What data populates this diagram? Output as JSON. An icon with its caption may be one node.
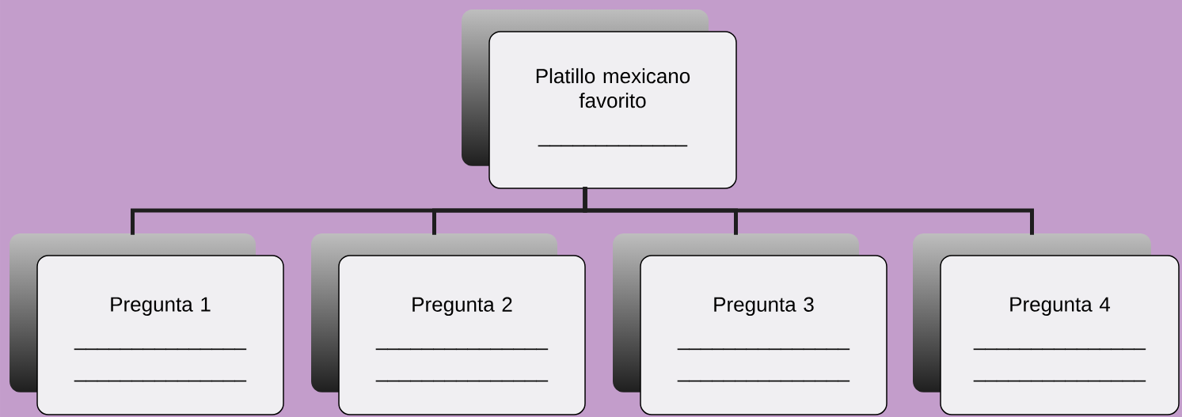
{
  "diagram": {
    "nodes": [
      {
        "text": [
          "Platillo mexicano favorito",
          "_____________"
        ]
      },
      {
        "text": [
          "Pregunta 1",
          "_______________",
          "_______________"
        ]
      },
      {
        "text": [
          "Pregunta 2",
          "_______________",
          "_______________"
        ]
      },
      {
        "text": [
          "Pregunta 3",
          "_______________",
          "_______________"
        ]
      },
      {
        "text": [
          "Pregunta 4",
          "_______________",
          "_______________"
        ]
      }
    ],
    "edges": [
      {
        "from": 0,
        "to": 1,
        "arrow": "none"
      },
      {
        "from": 0,
        "to": 2,
        "arrow": "none"
      },
      {
        "from": 0,
        "to": 3,
        "arrow": "none"
      },
      {
        "from": 0,
        "to": 4,
        "arrow": "none"
      }
    ]
  }
}
